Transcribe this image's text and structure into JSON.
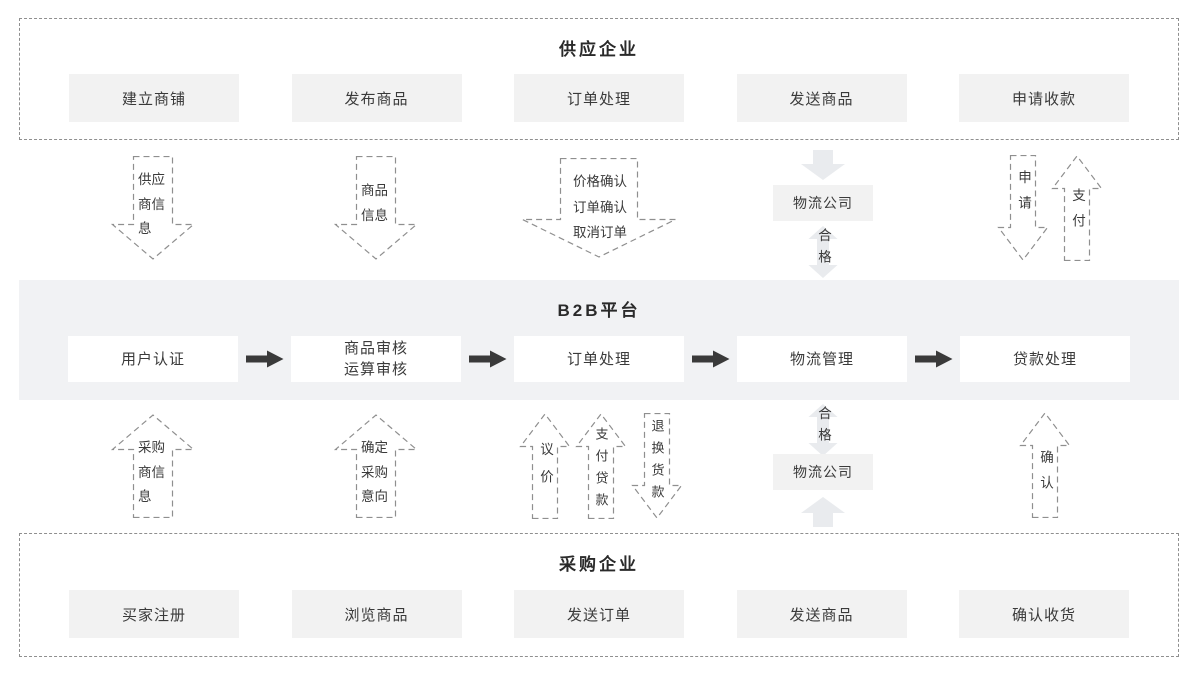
{
  "colors": {
    "band_background": "#f1f2f4",
    "process_box_background": "#f2f2f2",
    "platform_box_background": "#ffffff",
    "dashed_line": "#8f8f8f",
    "light_arrow": "#e9ebee",
    "dark_arrow": "#3a3a3a",
    "text": "#3a3a3a"
  },
  "supplier": {
    "title": "供应企业",
    "boxes": [
      "建立商铺",
      "发布商品",
      "订单处理",
      "发送商品",
      "申请收款"
    ]
  },
  "platform": {
    "title": "B2B平台",
    "boxes": [
      {
        "label": "用户认证"
      },
      {
        "label": "商品审核",
        "label2": "运算审核"
      },
      {
        "label": "订单处理"
      },
      {
        "label": "物流管理"
      },
      {
        "label": "贷款处理"
      }
    ]
  },
  "purchaser": {
    "title": "采购企业",
    "boxes": [
      "买家注册",
      "浏览商品",
      "发送订单",
      "发送商品",
      "确认收货"
    ]
  },
  "flows_upper": {
    "supplier_info": "供应商信息",
    "product_info": "商品信息",
    "order_lines": [
      "价格确认",
      "订单确认",
      "取消订单"
    ],
    "logistics_company": "物流公司",
    "qualified": "合格",
    "apply": "申请",
    "pay": "支付"
  },
  "flows_lower": {
    "buyer_info": "采购商信息",
    "purchase_intent": "确定采购意向",
    "bargain": "议价",
    "pay_loan": "支付贷款",
    "return_refund": "退换货款",
    "qualified": "合格",
    "logistics_company": "物流公司",
    "confirm": "确认"
  }
}
